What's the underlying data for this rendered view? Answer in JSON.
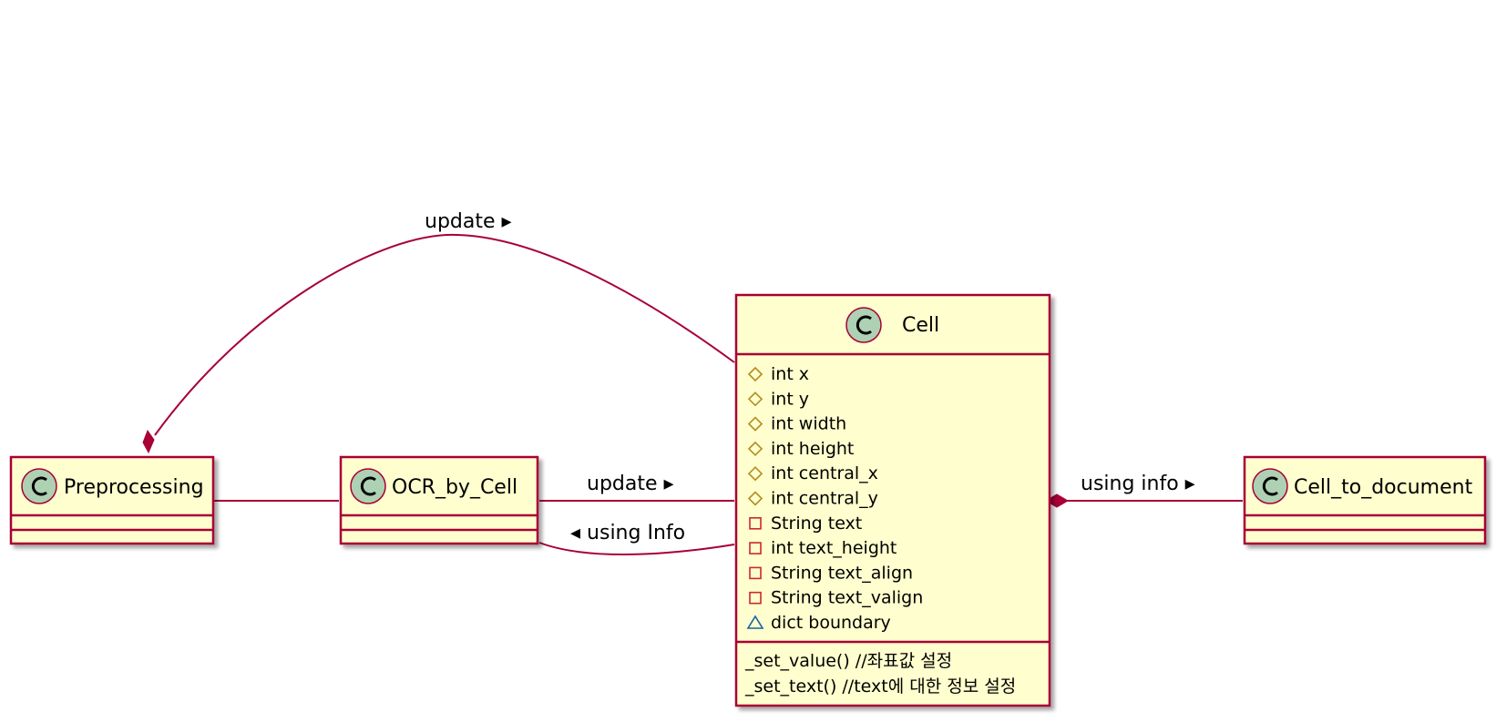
{
  "diagram": {
    "classes": {
      "preprocessing": {
        "badge": "C",
        "name": "Preprocessing"
      },
      "ocr_by_cell": {
        "badge": "C",
        "name": "OCR_by_Cell"
      },
      "cell": {
        "badge": "C",
        "name": "Cell",
        "attributes": [
          {
            "visibility_icon": "protected-diamond-icon",
            "text": "int x"
          },
          {
            "visibility_icon": "protected-diamond-icon",
            "text": "int y"
          },
          {
            "visibility_icon": "protected-diamond-icon",
            "text": "int width"
          },
          {
            "visibility_icon": "protected-diamond-icon",
            "text": "int height"
          },
          {
            "visibility_icon": "protected-diamond-icon",
            "text": "int central_x"
          },
          {
            "visibility_icon": "protected-diamond-icon",
            "text": "int central_y"
          },
          {
            "visibility_icon": "private-square-icon",
            "text": "String text"
          },
          {
            "visibility_icon": "private-square-icon",
            "text": "int text_height"
          },
          {
            "visibility_icon": "private-square-icon",
            "text": "String text_align"
          },
          {
            "visibility_icon": "private-square-icon",
            "text": "String text_valign"
          },
          {
            "visibility_icon": "package-triangle-icon",
            "text": "dict boundary"
          }
        ],
        "methods": [
          "_set_value() //좌표값 설정",
          "_set_text() //text에 대한 정보 설정"
        ]
      },
      "cell_to_document": {
        "badge": "C",
        "name": "Cell_to_document"
      }
    },
    "relations": {
      "cell_preprocessing": {
        "label": "update ▸",
        "type": "composition"
      },
      "preprocessing_ocr": {
        "label": "",
        "type": "association"
      },
      "ocr_cell_update": {
        "label": "update ▸",
        "type": "association"
      },
      "ocr_cell_using": {
        "label": "◂ using Info",
        "type": "association"
      },
      "cell_todocument": {
        "label": "using info ▸",
        "type": "composition"
      }
    },
    "colors": {
      "class_fill": "#FEFECE",
      "border": "#A80036",
      "badge_fill": "#ADD1B2",
      "protected_icon": "#B38D22",
      "private_icon": "#C82930",
      "package_icon": "#1963A0"
    }
  }
}
